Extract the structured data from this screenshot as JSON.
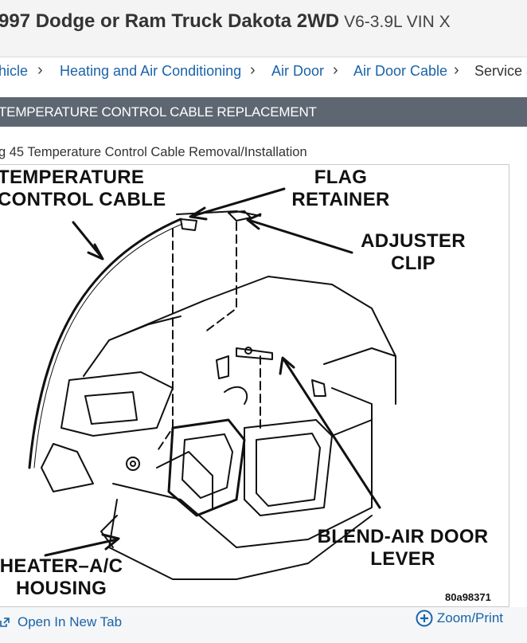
{
  "header": {
    "title": "997 Dodge or Ram Truck Dakota 2WD",
    "engine": "V6-3.9L VIN X"
  },
  "breadcrumb": {
    "items": [
      {
        "label": "hicle"
      },
      {
        "label": "Heating and Air Conditioning"
      },
      {
        "label": "Air Door"
      },
      {
        "label": "Air Door Cable"
      },
      {
        "label": "Service a"
      }
    ]
  },
  "section": {
    "title": "TEMPERATURE CONTROL CABLE REPLACEMENT"
  },
  "figure": {
    "caption": "g 45 Temperature Control Cable Removal/Installation",
    "labels": {
      "temperature_control_cable_l1": "TEMPERATURE",
      "temperature_control_cable_l2": "CONTROL CABLE",
      "flag_retainer_l1": "FLAG",
      "flag_retainer_l2": "RETAINER",
      "adjuster_clip_l1": "ADJUSTER",
      "adjuster_clip_l2": "CLIP",
      "blend_air_door_lever_l1": "BLEND-AIR DOOR",
      "blend_air_door_lever_l2": "LEVER",
      "heater_ac_housing_l1": "HEATER–A/C",
      "heater_ac_housing_l2": "HOUSING"
    },
    "code": "80a98371"
  },
  "footer": {
    "open_new_tab": "Open In New Tab",
    "zoom_print": "Zoom/Print"
  },
  "icons": {
    "open_new_tab": "open-new-tab-icon",
    "zoom_print": "zoom-plus-circle-icon",
    "breadcrumb_separator": "chevron-right-icon"
  },
  "colors": {
    "link": "#1a63a8",
    "section_bar": "#5e6771",
    "title_bar": "#f4f4f4"
  }
}
